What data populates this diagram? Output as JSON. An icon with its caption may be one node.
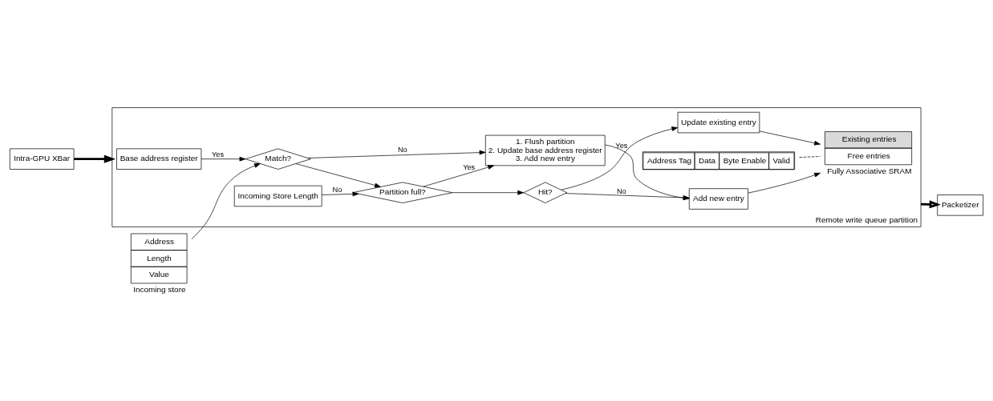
{
  "diagram": {
    "nodes": [
      {
        "text": [
          "Intra-GPU XBar"
        ]
      },
      {
        "text": [
          "Remote write queue partition"
        ]
      },
      {
        "text": [
          "Base address register"
        ],
        "in": 1
      },
      {
        "text": [
          "Incoming Store Length"
        ],
        "in": 1
      },
      {
        "text": [
          "Address Tag",
          "Data",
          "Byte Enable",
          "Valid"
        ],
        "in": 1
      },
      {
        "text": [
          "Address",
          "Length",
          "Value"
        ],
        "beside": [
          "Incoming store"
        ]
      },
      {
        "text": [
          "Match?"
        ],
        "in": 1
      },
      {
        "text": [
          "Partition full?"
        ],
        "in": 1
      },
      {
        "text": [
          "Hit?"
        ],
        "in": 1
      },
      {
        "text": [
          "Update existing entry"
        ],
        "in": 1
      },
      {
        "text": [
          "Existing entries",
          "Free entries"
        ],
        "beside": [
          "Fully Associative SRAM"
        ],
        "in": 1
      },
      {
        "text": [
          "1. Flush partition",
          "2. Update base address register",
          "3. Add new entry"
        ],
        "in": 1
      },
      {
        "text": [
          "Add new entry"
        ],
        "in": 1
      },
      {
        "text": [
          "Packetizer"
        ]
      }
    ],
    "edges": [
      {
        "from": 0,
        "to": 1,
        "arrow": "to",
        "style": "thick"
      },
      {
        "from": 5,
        "to": 6,
        "arrow": "to"
      },
      {
        "from": 2,
        "to": 6,
        "arrow": "to",
        "label": "Yes"
      },
      {
        "from": 3,
        "to": 7,
        "arrow": "to",
        "label": "No"
      },
      {
        "from": 6,
        "to": 7,
        "arrow": "to"
      },
      {
        "from": 7,
        "to": 8,
        "arrow": "to"
      },
      {
        "from": 8,
        "to": 9,
        "arrow": "to",
        "label": "Yes"
      },
      {
        "from": 9,
        "to": 10,
        "arrow": "to"
      },
      {
        "from": 6,
        "to": 11,
        "arrow": "to",
        "label": "No"
      },
      {
        "from": 7,
        "to": 11,
        "arrow": "to",
        "label": "Yes"
      },
      {
        "from": 8,
        "to": 12,
        "arrow": "to",
        "label": "No"
      },
      {
        "from": 11,
        "to": 12,
        "arrow": "to"
      },
      {
        "from": 12,
        "to": 10,
        "arrow": "to"
      },
      {
        "from": 4,
        "to": 10,
        "arrow": "none",
        "style": "dashed"
      },
      {
        "from": 1,
        "to": 13,
        "arrow": "to",
        "style": "thick"
      }
    ]
  }
}
